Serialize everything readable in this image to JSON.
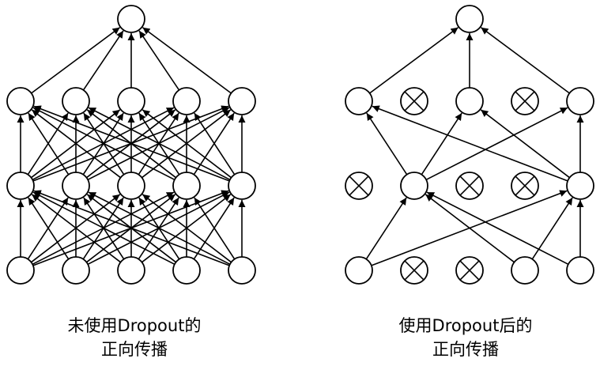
{
  "networks": [
    {
      "id": "standard",
      "caption_lines": [
        "未使用Dropout的",
        "正向传播"
      ],
      "layers": [
        {
          "dropped": [
            false,
            false,
            false,
            false,
            false
          ]
        },
        {
          "dropped": [
            false,
            false,
            false,
            false,
            false
          ]
        },
        {
          "dropped": [
            false,
            false,
            false,
            false,
            false
          ]
        },
        {
          "dropped": [
            false
          ]
        }
      ],
      "full_connections": true
    },
    {
      "id": "dropout",
      "caption_lines": [
        "使用Dropout后的",
        "正向传播"
      ],
      "layers": [
        {
          "dropped": [
            false,
            true,
            true,
            false,
            false
          ]
        },
        {
          "dropped": [
            true,
            false,
            true,
            true,
            false
          ]
        },
        {
          "dropped": [
            false,
            true,
            false,
            true,
            false
          ]
        },
        {
          "dropped": [
            false
          ]
        }
      ],
      "full_connections": true
    }
  ]
}
